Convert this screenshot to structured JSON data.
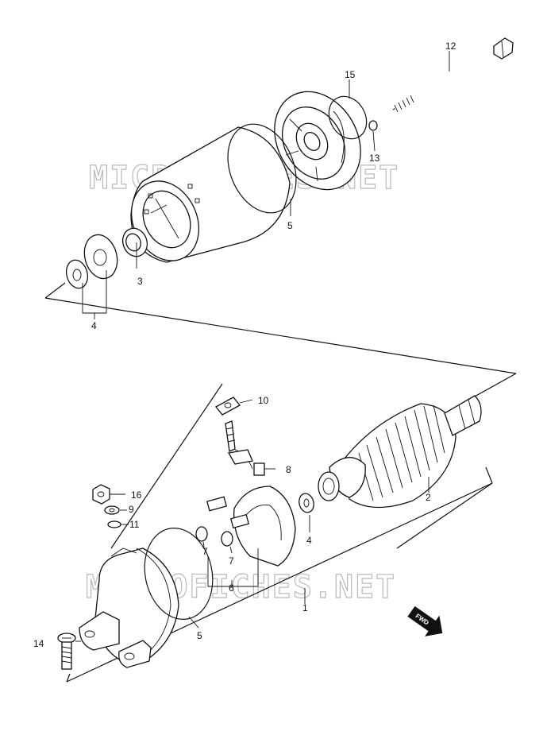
{
  "watermark": "MICROFICHES.NET",
  "fwd_label": "FWD",
  "callouts": {
    "c1": "1",
    "c2": "2",
    "c3": "3",
    "c4a": "4",
    "c4b": "4",
    "c5a": "5",
    "c5b": "5",
    "c6": "6",
    "c7a": "7",
    "c7b": "7",
    "c8": "8",
    "c9": "9",
    "c10": "10",
    "c11": "11",
    "c12": "12",
    "c13": "13",
    "c14": "14",
    "c15": "15",
    "c16": "16"
  }
}
